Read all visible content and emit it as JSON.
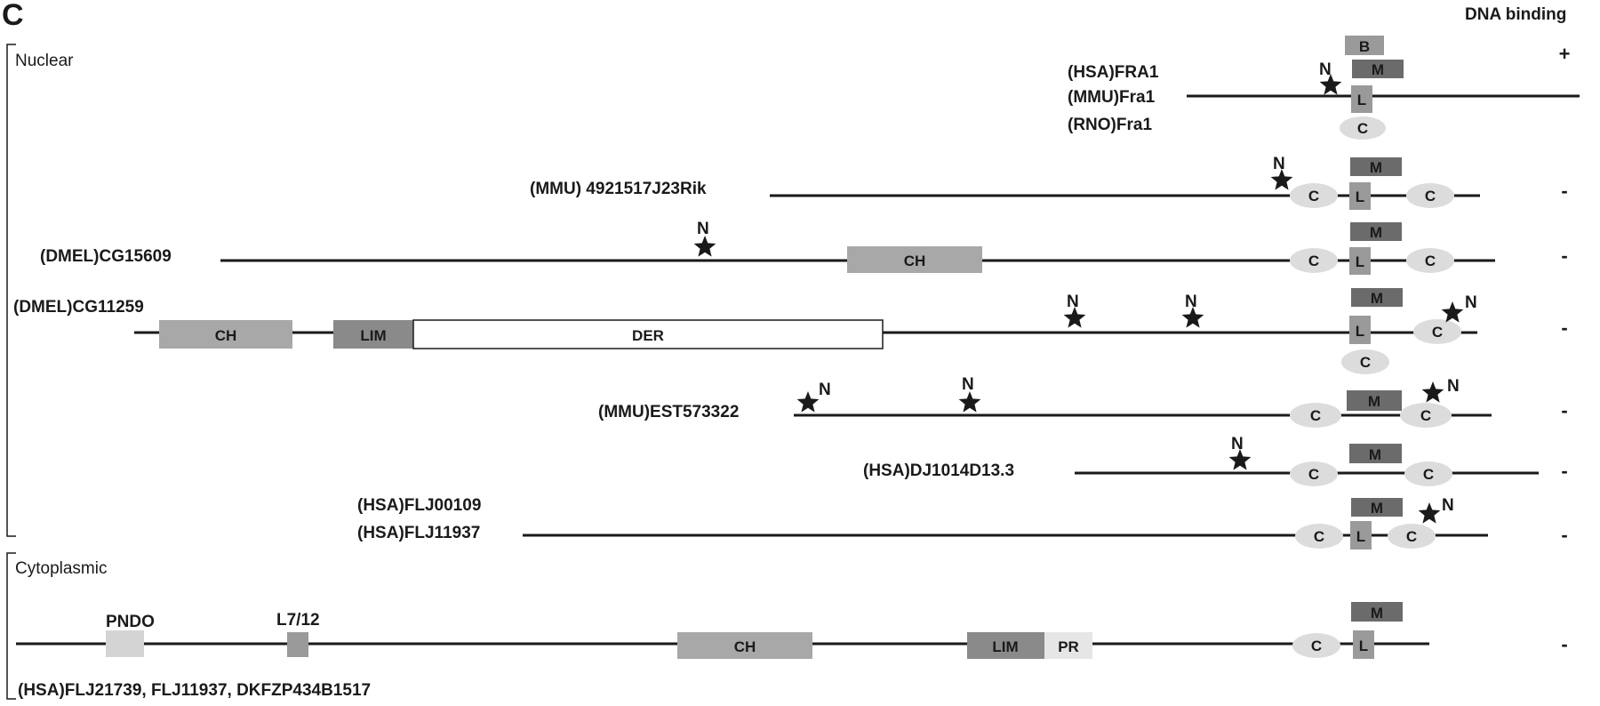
{
  "figure": {
    "panel_letter": "C",
    "dna_binding_header": "DNA binding",
    "groups": {
      "nuclear": "Nuclear",
      "cytoplasmic": "Cytoplasmic"
    }
  },
  "rows": [
    {
      "id": "fra1",
      "labels": [
        "(HSA)FRA1",
        "(MMU)Fra1",
        "(RNO)Fra1"
      ],
      "dna_binding": "+",
      "domains": [
        {
          "type": "B",
          "label": "B"
        },
        {
          "type": "M",
          "label": "M"
        },
        {
          "type": "L",
          "label": "L"
        },
        {
          "type": "C",
          "label": "C"
        }
      ],
      "sites": [
        "N"
      ]
    },
    {
      "id": "4921517j23rik",
      "labels": [
        "(MMU) 4921517J23Rik"
      ],
      "dna_binding": "-",
      "domains": [
        {
          "type": "M",
          "label": "M"
        },
        {
          "type": "C",
          "label": "C"
        },
        {
          "type": "L",
          "label": "L"
        },
        {
          "type": "C",
          "label": "C"
        }
      ],
      "sites": [
        "N"
      ]
    },
    {
      "id": "cg15609",
      "labels": [
        "(DMEL)CG15609"
      ],
      "dna_binding": "-",
      "domains": [
        {
          "type": "CH",
          "label": "CH"
        },
        {
          "type": "M",
          "label": "M"
        },
        {
          "type": "C",
          "label": "C"
        },
        {
          "type": "L",
          "label": "L"
        },
        {
          "type": "C",
          "label": "C"
        }
      ],
      "sites": [
        "N"
      ]
    },
    {
      "id": "cg11259",
      "labels": [
        "(DMEL)CG11259"
      ],
      "dna_binding": "-",
      "domains": [
        {
          "type": "CH",
          "label": "CH"
        },
        {
          "type": "LIM",
          "label": "LIM"
        },
        {
          "type": "DER",
          "label": "DER"
        },
        {
          "type": "M",
          "label": "M"
        },
        {
          "type": "L",
          "label": "L"
        },
        {
          "type": "C",
          "label": "C"
        },
        {
          "type": "C",
          "label": "C"
        }
      ],
      "sites": [
        "N",
        "N",
        "N"
      ]
    },
    {
      "id": "est573322",
      "labels": [
        "(MMU)EST573322"
      ],
      "dna_binding": "-",
      "domains": [
        {
          "type": "M",
          "label": "M"
        },
        {
          "type": "C",
          "label": "C"
        },
        {
          "type": "C",
          "label": "C"
        }
      ],
      "sites": [
        "N",
        "N",
        "N"
      ]
    },
    {
      "id": "dj1014d13",
      "labels": [
        "(HSA)DJ1014D13.3"
      ],
      "dna_binding": "-",
      "domains": [
        {
          "type": "M",
          "label": "M"
        },
        {
          "type": "C",
          "label": "C"
        },
        {
          "type": "C",
          "label": "C"
        }
      ],
      "sites": [
        "N"
      ]
    },
    {
      "id": "flj00109",
      "labels": [
        "(HSA)FLJ00109",
        "(HSA)FLJ11937"
      ],
      "dna_binding": "-",
      "domains": [
        {
          "type": "M",
          "label": "M"
        },
        {
          "type": "C",
          "label": "C"
        },
        {
          "type": "L",
          "label": "L"
        },
        {
          "type": "C",
          "label": "C"
        }
      ],
      "sites": [
        "N"
      ]
    },
    {
      "id": "flj21739",
      "labels": [
        "(HSA)FLJ21739, FLJ11937, DKFZP434B1517"
      ],
      "dna_binding": "-",
      "domains": [
        {
          "type": "PNDO",
          "label": "PNDO"
        },
        {
          "type": "L7/12",
          "label": "L7/12"
        },
        {
          "type": "CH",
          "label": "CH"
        },
        {
          "type": "LIM",
          "label": "LIM"
        },
        {
          "type": "PR",
          "label": "PR"
        },
        {
          "type": "M",
          "label": "M"
        },
        {
          "type": "C",
          "label": "C"
        },
        {
          "type": "L",
          "label": "L"
        }
      ],
      "sites": []
    }
  ],
  "colors": {
    "line": "#1a1a1a",
    "box_B": "#9a9a9a",
    "box_M": "#6b6b6b",
    "box_L": "#9a9a9a",
    "box_CH": "#a8a8a8",
    "box_LIM": "#8a8a8a",
    "box_PNDO": "#d4d4d4",
    "box_L712": "#9a9a9a",
    "box_PR": "#e6e6e6",
    "oval_C": "#dcdcdc",
    "star": "#1a1a1a"
  }
}
